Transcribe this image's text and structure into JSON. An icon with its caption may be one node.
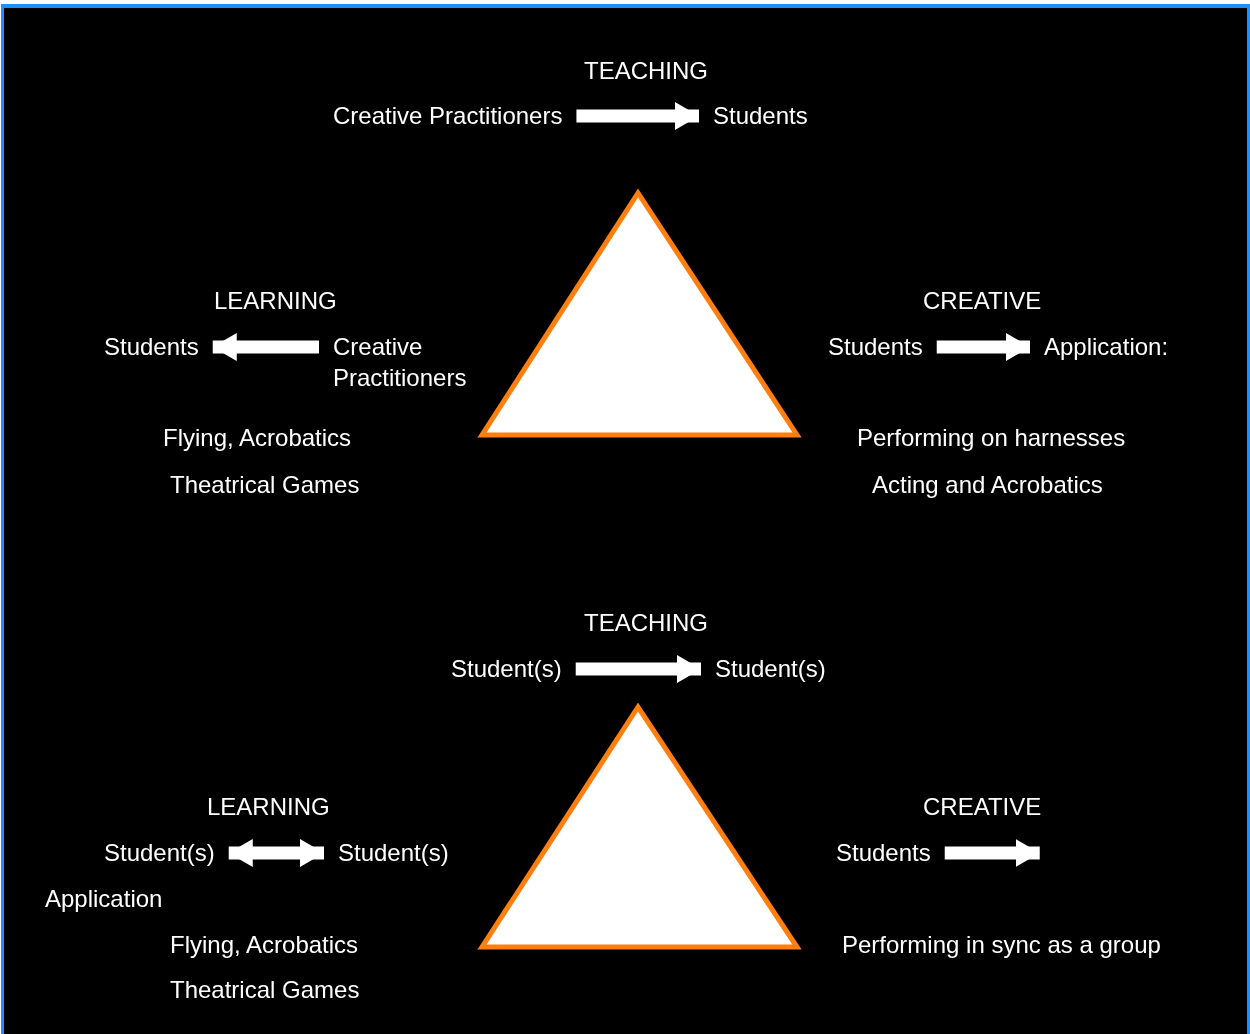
{
  "diagram": {
    "nodes": [
      {
        "text": [
          "Creative Practitioners"
        ]
      },
      {
        "text": [
          "Students"
        ]
      },
      {
        "text": [
          "Students"
        ]
      },
      {
        "text": [
          "Creative Practitioners"
        ]
      },
      {
        "text": [
          "Students"
        ]
      },
      {
        "text": [
          "Application:"
        ]
      },
      {
        "text": [
          "Student(s)"
        ]
      },
      {
        "text": [
          "Student(s)"
        ]
      },
      {
        "text": [
          "Student(s)"
        ]
      },
      {
        "text": [
          "Student(s)"
        ]
      },
      {
        "text": [
          "Students"
        ]
      },
      {
        "text": [],
        "shape": "triangle"
      },
      {
        "text": [],
        "shape": "triangle"
      }
    ],
    "edges": [
      {
        "from": 0,
        "to": 1,
        "arrow": "to"
      },
      {
        "from": 3,
        "to": 2,
        "arrow": "to"
      },
      {
        "from": 4,
        "to": 5,
        "arrow": "to"
      },
      {
        "from": 6,
        "to": 7,
        "arrow": "to"
      },
      {
        "from": 8,
        "to": 9,
        "arrow": "both"
      },
      {
        "from": 10,
        "to": null,
        "arrow": "to"
      }
    ],
    "labels": [
      "TEACHING",
      "LEARNING",
      "CREATIVE",
      "Flying, Acrobatics",
      "Performing on harnesses",
      "Theatrical Games",
      "Acting and Acrobatics",
      "TEACHING",
      "LEARNING",
      "CREATIVE",
      "Application",
      "Flying, Acrobatics",
      "Performing in sync as a group",
      "Theatrical Games"
    ]
  }
}
